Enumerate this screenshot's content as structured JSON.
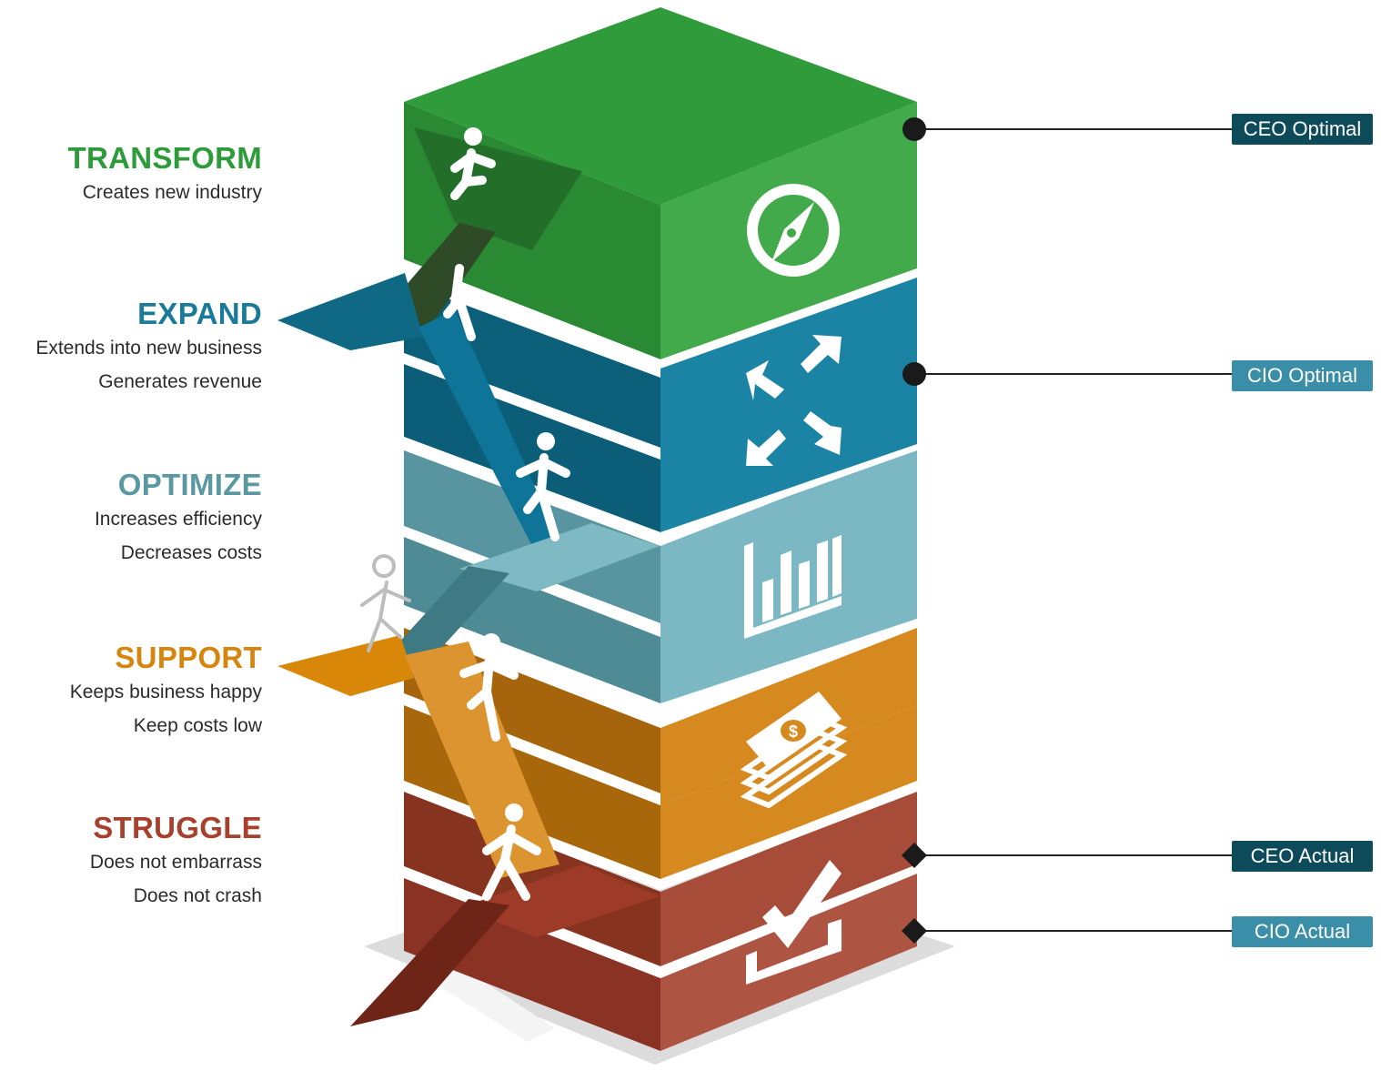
{
  "levels": [
    {
      "title": "TRANSFORM",
      "lines": [
        "Creates new industry"
      ],
      "color": "#2e9b3a",
      "icon": "compass-icon"
    },
    {
      "title": "EXPAND",
      "lines": [
        "Extends into new business",
        "Generates revenue"
      ],
      "color": "#1a7a98",
      "icon": "expand-arrows-icon"
    },
    {
      "title": "OPTIMIZE",
      "lines": [
        "Increases efficiency",
        "Decreases costs"
      ],
      "color": "#5a98a2",
      "icon": "bar-chart-icon"
    },
    {
      "title": "SUPPORT",
      "lines": [
        "Keeps business happy",
        "Keep costs low"
      ],
      "color": "#d6860f",
      "icon": "money-icon"
    },
    {
      "title": "STRUGGLE",
      "lines": [
        "Does not embarrass",
        "Does not crash"
      ],
      "color": "#a8402e",
      "icon": "checkmark-icon"
    }
  ],
  "markers": [
    {
      "label": "CEO Optimal",
      "shape": "circle",
      "style": "dark",
      "color": "#0d4a5a"
    },
    {
      "label": "CIO Optimal",
      "shape": "circle",
      "style": "light",
      "color": "#3a8ea8"
    },
    {
      "label": "CEO Actual",
      "shape": "diamond",
      "style": "dark",
      "color": "#0d4a5a"
    },
    {
      "label": "CIO Actual",
      "shape": "diamond",
      "style": "light",
      "color": "#3a8ea8"
    }
  ]
}
